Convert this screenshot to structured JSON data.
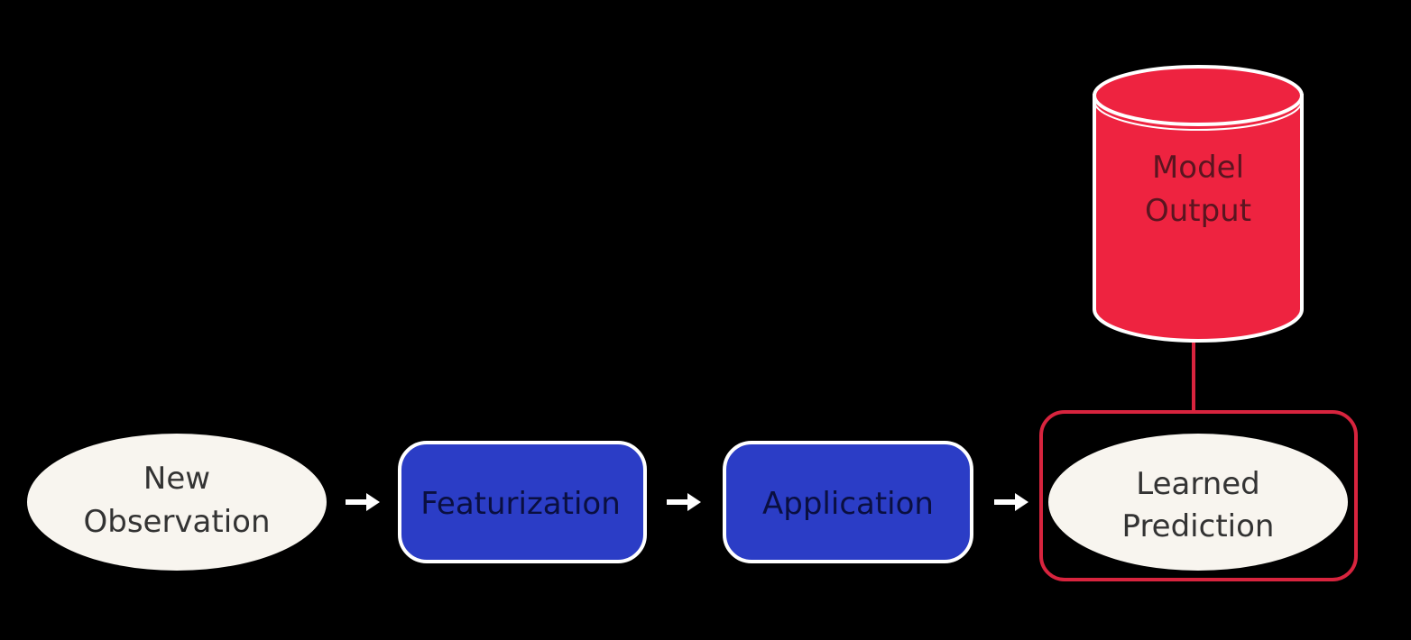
{
  "diagram": {
    "nodes": {
      "new_observation": {
        "line1": "New",
        "line2": "Observation"
      },
      "featurization": {
        "label": "Featurization"
      },
      "application": {
        "label": "Application"
      },
      "learned_prediction": {
        "line1": "Learned",
        "line2": "Prediction"
      },
      "model_output": {
        "line1": "Model",
        "line2": "Output"
      }
    },
    "colors": {
      "background": "#000000",
      "ellipse_fill": "#f8f5ef",
      "process_fill": "#2b3dc6",
      "database_fill": "#ee2340",
      "highlight_border": "#d8243e",
      "text_dark": "#333333",
      "text_navy": "#0a0f40",
      "text_db": "#5a1520",
      "arrow": "#ffffff"
    }
  }
}
